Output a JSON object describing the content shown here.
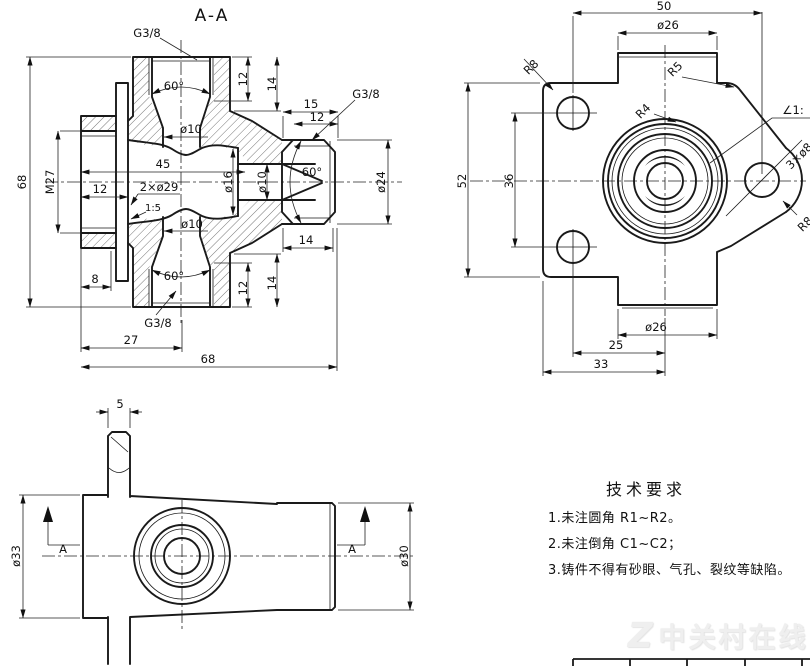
{
  "section_view": {
    "title": "A-A",
    "labels": {
      "g38_top": "G3/8",
      "deg60_top": "60°",
      "dia10_upper": "ø10",
      "d12_top": "12",
      "d14_top": "14",
      "d15_right": "15",
      "d12_right": "12",
      "g38_right": "G3/8",
      "d45": "45",
      "m27": "M27",
      "d68_left": "68",
      "d12_left": "12",
      "d2x29": "2×ø29",
      "taper": "1:5",
      "dia16": "ø16",
      "dia10_right": "ø10",
      "deg60_right": "60°",
      "dia24": "ø24",
      "d14_right": "14",
      "dia10_lower": "ø10",
      "deg60_bottom": "60°",
      "d12_bottom": "12",
      "d14_bottom": "14",
      "d8": "8",
      "g38_bottom": "G3/8",
      "d27": "27",
      "d68_bottom": "68"
    }
  },
  "front_view": {
    "labels": {
      "d50": "50",
      "dia26_top": "ø26",
      "r8_tl": "R8",
      "r5": "R5",
      "r4": "R4",
      "d52": "52",
      "d36": "36",
      "angle_taper": "∠1:",
      "d3x8": "3×ø8",
      "r8_br": "R8",
      "dia26_bot": "ø26",
      "d25": "25",
      "d33": "33"
    }
  },
  "side_view": {
    "labels": {
      "d5": "5",
      "dia33": "ø33",
      "dia30": "ø30",
      "a_left": "A",
      "a_right": "A"
    }
  },
  "tech_requirements": {
    "title": "技术要求",
    "item1": "1.未注圆角 R1~R2。",
    "item2": "2.未注倒角 C1~C2；",
    "item3": "3.铸件不得有砂眼、气孔、裂纹等缺陷。"
  },
  "watermark": {
    "logo": "Z",
    "text": "中关村在线"
  },
  "colors": {
    "line": "#1a1a1a",
    "watermark": "#efefef"
  }
}
